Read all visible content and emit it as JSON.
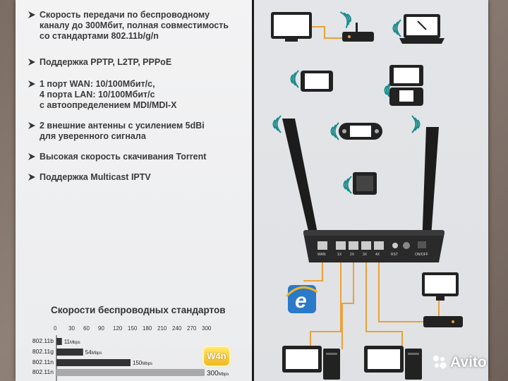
{
  "features": [
    {
      "lines": [
        "Скорость передачи по беспроводному",
        "каналу до 300Мбит, полная совместимость",
        "со стандартами 802.11b/g/n"
      ]
    },
    {
      "lines": [
        "Поддержка PPTP, L2TP, PPPoE"
      ]
    },
    {
      "lines": [
        "1 порт WAN: 10/100Мбит/с,",
        "4 порта LAN: 10/100Мбит/с",
        "с автоопределением MDI/MDI-X"
      ]
    },
    {
      "lines": [
        "2 внешние антенны с усилением 5dBi",
        "для уверенного сигнала"
      ]
    },
    {
      "lines": [
        "Высокая скорость скачивания Torrent"
      ]
    },
    {
      "lines": [
        "Поддержка Multicast IPTV"
      ]
    }
  ],
  "speed_chart": {
    "title": "Скорости беспроводных стандартов",
    "ticks": [
      "0",
      "30",
      "60",
      "90",
      "120",
      "150",
      "180",
      "210",
      "240",
      "270",
      "300"
    ],
    "standards": [
      "802.11b",
      "802.11g",
      "802.11n",
      "802.11n"
    ],
    "values": [
      11,
      54,
      150,
      300
    ],
    "value_labels": [
      "11",
      "54",
      "150",
      "300"
    ],
    "unit": "Mbps",
    "badge": "W4n"
  },
  "router_ports": [
    "WAN",
    "1X",
    "2X",
    "3X",
    "4X",
    "RST",
    "ON/OFF"
  ],
  "watermark": "Avito",
  "colors": {
    "panel_bg": "#ecedee",
    "divider": "#1a1a1a",
    "wifi_waves": "#1a8a8a",
    "bullet": "#333333",
    "line_orange": "#e8a23a",
    "bar_dark": "#333333",
    "bar_light": "#a9a9a9",
    "badge": "#f2b720"
  }
}
